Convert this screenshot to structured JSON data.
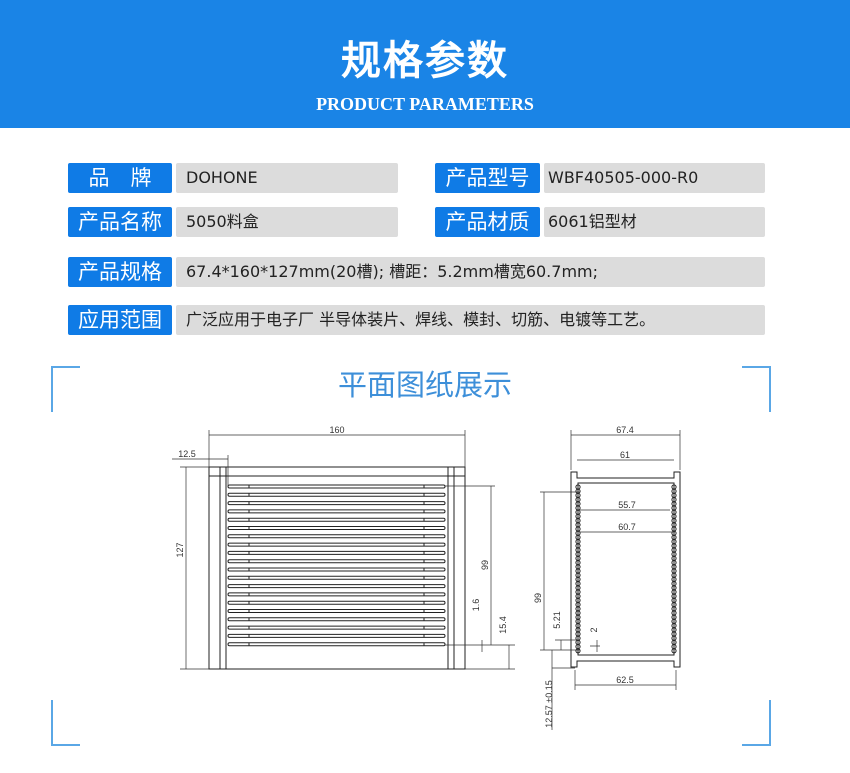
{
  "header": {
    "title": "规格参数",
    "subtitle": "PRODUCT PARAMETERS"
  },
  "params": [
    {
      "label": "品　牌",
      "value": "DOHONE"
    },
    {
      "label": "产品型号",
      "value": "WBF40505-000-R0"
    },
    {
      "label": "产品名称",
      "value": "5050料盒"
    },
    {
      "label": "产品材质",
      "value": "6061铝型材"
    },
    {
      "label": "产品规格",
      "value": "67.4*160*127mm(20槽); 槽距：5.2mm槽宽60.7mm;"
    },
    {
      "label": "应用范围",
      "value": "广泛应用于电子厂 半导体装片、焊线、模封、切筋、电镀等工艺。"
    }
  ],
  "drawing": {
    "title": "平面图纸展示",
    "front": {
      "width": "160",
      "offset": "12.5",
      "height": "127",
      "slot_span": "99",
      "slot_width": "1.6",
      "bottom": "15.4"
    },
    "side": {
      "width": "67.4",
      "top_inner": "61",
      "inner_a": "55.7",
      "inner_b": "60.7",
      "span": "99",
      "pitch": "5.21",
      "gap": "2",
      "bottom_width": "62.5",
      "bottom_offset": "12.57 ±0.15"
    }
  },
  "colors": {
    "header": "#1a84e6",
    "label": "#0f7be6",
    "value_bg": "#dcdcdc",
    "section_title": "#3d8fd9"
  }
}
